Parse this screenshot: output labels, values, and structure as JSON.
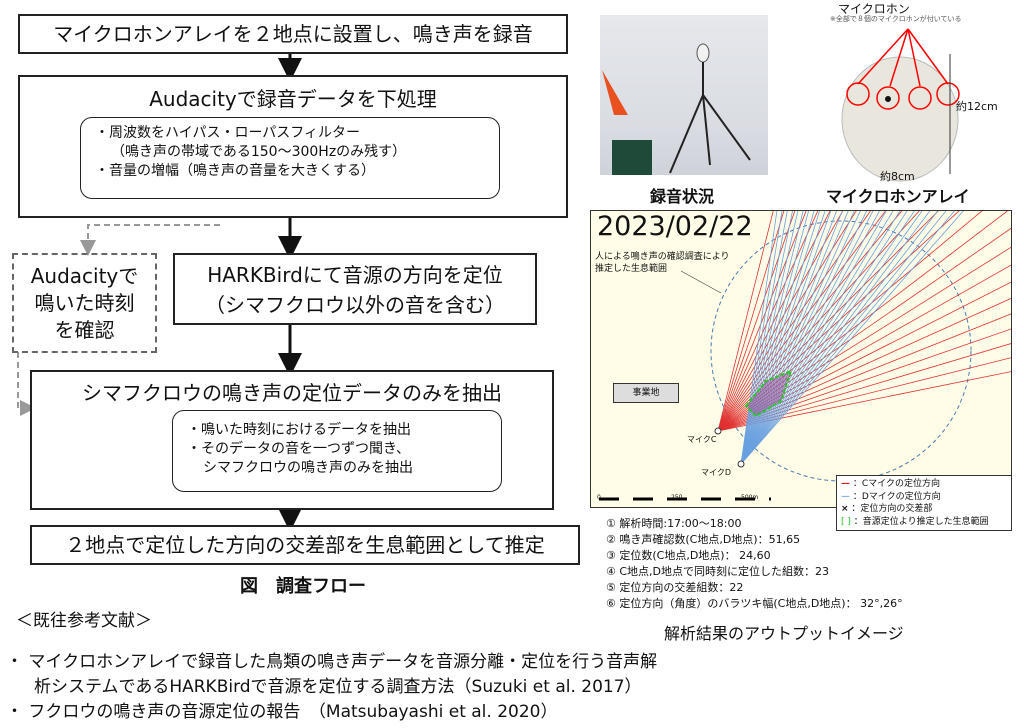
{
  "flow": {
    "step1": "マイクロホンアレイを２地点に設置し、鳴き声を録音",
    "step2_title": "Audacityで録音データを下処理",
    "step2_items": [
      "・周波数をハイパス・ローパスフィルター",
      "（鳴き声の帯域である150～300Hzのみ残す）",
      "・音量の増幅（鳴き声の音量を大きくする）"
    ],
    "side_note": [
      "Audacityで",
      "鳴いた時刻",
      "を確認"
    ],
    "step3": [
      "HARKBirdにて音源の方向を定位",
      "（シマフクロウ以外の音を含む）"
    ],
    "step4_title": "シマフクロウの鳴き声の定位データのみを抽出",
    "step4_items": [
      "・鳴いた時刻におけるデータを抽出",
      "・そのデータの音を一つずつ聞き、",
      "シマフクロウの鳴き声のみを抽出"
    ],
    "step5": "２地点で定位した方向の交差部を生息範囲として推定",
    "caption": "図　調査フロー"
  },
  "photos": {
    "recording_caption": "録音状況",
    "mic_caption": "マイクロホンアレイ",
    "mic_label": "マイクロホン",
    "mic_note": "※全部で８個のマイクロホンが付いている",
    "height_label": "約12cm",
    "width_label": "約8cm"
  },
  "map": {
    "date": "2023/02/22",
    "annotation": [
      "人による鳴き声の確認調査により",
      "推定した生息範囲"
    ],
    "site_label": "事業地",
    "mic_c": "マイクC",
    "mic_d": "マイクD",
    "scale": [
      "0",
      "250",
      "500m"
    ],
    "legend": [
      {
        "symbol": "—",
        "text": "：Cマイクの定位方向",
        "color": "#e02020"
      },
      {
        "symbol": "—",
        "text": "：Dマイクの定位方向",
        "color": "#8ab8e8"
      },
      {
        "symbol": "×",
        "text": "：定位方向の交差部",
        "color": "#000000"
      },
      {
        "symbol": "[ ]",
        "text": "：音源定位より推定した生息範囲",
        "color": "#22cc22"
      }
    ],
    "stats": [
      "① 解析時間:17:00～18:00",
      "② 鳴き声確認数(C地点,D地点)：51,65",
      "③ 定位数(C地点,D地点)： 24,60",
      "④ C地点,D地点で同時刻に定位した組数：23",
      "⑤ 定位方向の交差組数：22",
      "⑥ 定位方向（角度）のバラツキ幅(C地点,D地点)： 32°,26°"
    ],
    "caption": "解析結果のアウトプットイメージ"
  },
  "refs": {
    "heading": "＜既往参考文献＞",
    "items": [
      [
        "マイクロホンアレイで録音した鳥類の鳴き声データを音源分離・定位を行う音声解",
        "析システムであるHARKBirdで音源を定位する調査方法（Suzuki et al. 2017）"
      ],
      [
        "フクロウの鳴き声の音源定位の報告　（Matsubayashi et al. 2020）"
      ]
    ]
  }
}
